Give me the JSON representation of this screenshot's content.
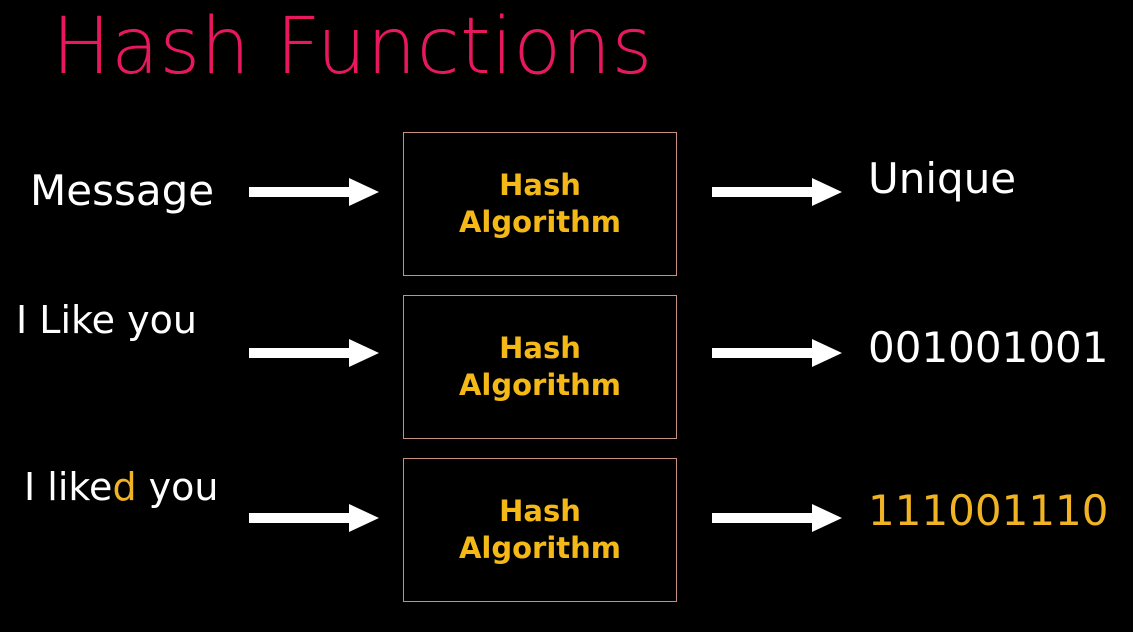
{
  "slide": {
    "background_color": "#000000",
    "title": "Hash Functions",
    "title_color": "#e8185e"
  },
  "colors": {
    "accent_pink": "#e8185e",
    "gold": "#f5b917",
    "gold_text": "#f0b323",
    "box_border": "#c79181",
    "white": "#ffffff",
    "background": "#000000"
  },
  "rows": [
    {
      "input": "Message",
      "input_color": "#ffffff",
      "arrow_in": "arrow-right-icon",
      "box": {
        "line1": "Hash",
        "line2": "Algorithm",
        "color": "#f5b917",
        "border": "#c79181"
      },
      "arrow_out": "arrow-right-icon",
      "output": "Unique",
      "output_color": "#ffffff"
    },
    {
      "input": "I Like you",
      "input_color": "#ffffff",
      "arrow_in": "arrow-right-icon",
      "box": {
        "line1": "Hash",
        "line2": "Algorithm",
        "color": "#f5b917",
        "border": "#c79181"
      },
      "arrow_out": "arrow-right-icon",
      "output": "001001001",
      "output_color": "#ffffff"
    },
    {
      "input_prefix": "I like",
      "input_highlight": "d",
      "input_suffix": " you",
      "input_color": "#ffffff",
      "highlight_color": "#f0b323",
      "arrow_in": "arrow-right-icon",
      "box": {
        "line1": "Hash",
        "line2": "Algorithm",
        "color": "#f5b917",
        "border": "#c79181"
      },
      "arrow_out": "arrow-right-icon",
      "output": "111001110",
      "output_color": "#f0b323"
    }
  ]
}
